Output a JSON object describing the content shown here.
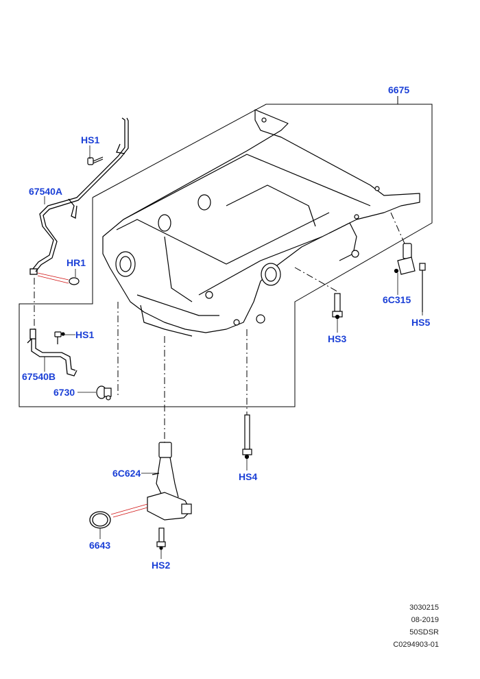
{
  "colors": {
    "label": "#1a3fd6",
    "line": "#000000",
    "seal_leader": "#d01010"
  },
  "labels": {
    "p6675": "6675",
    "hs1_top": "HS1",
    "p67540a": "67540A",
    "hr1": "HR1",
    "hs1_mid": "HS1",
    "p67540b": "67540B",
    "p6730": "6730",
    "p6c315": "6C315",
    "hs5": "HS5",
    "hs3": "HS3",
    "hs4": "HS4",
    "p6c624": "6C624",
    "p6643": "6643",
    "hs2": "HS2"
  },
  "info_block": {
    "line1": "3030215",
    "line2": "08-2019",
    "line3": "50SDSR",
    "line4": "C0294903-01"
  }
}
